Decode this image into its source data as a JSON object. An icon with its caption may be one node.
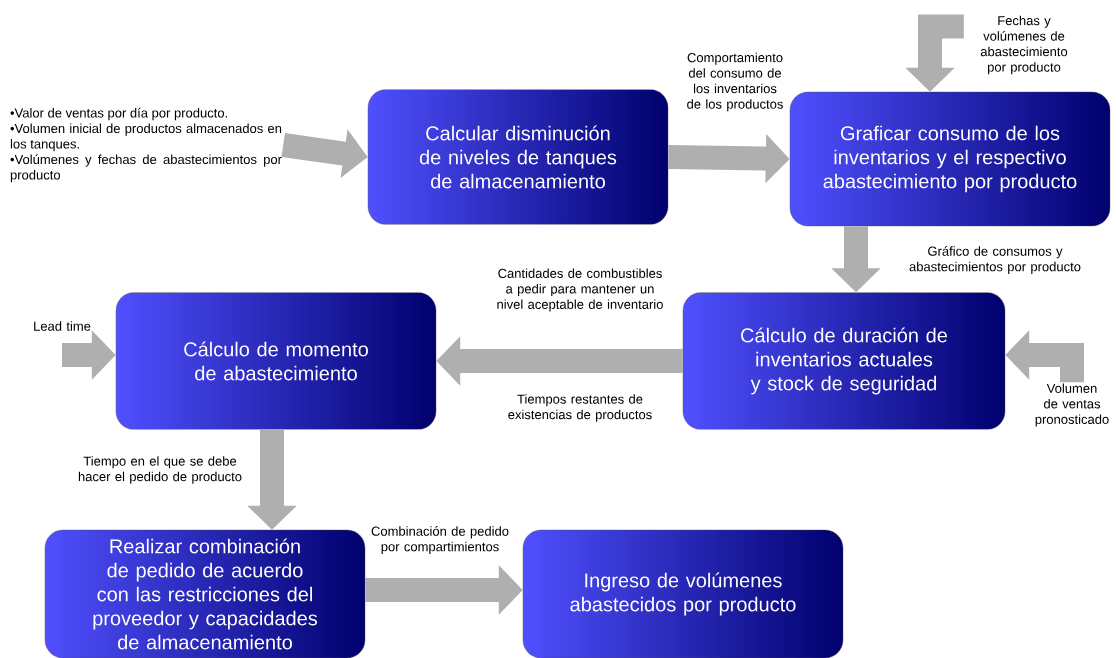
{
  "diagram": {
    "nodes": [
      {
        "text": [
          "•Valor de ventas por día por producto.",
          "•Volumen inicial de productos almacenados en los tanques.",
          "•Volúmenes y fechas de abastecimientos por producto"
        ]
      },
      {
        "text": [
          "Calcular disminución de niveles de tanques de almacenamiento"
        ]
      },
      {
        "text": [
          "Fechas y volúmenes de abastecimiento por producto"
        ]
      },
      {
        "text": [
          "Graficar consumo de los inventarios y el respectivo abastecimiento por producto"
        ]
      },
      {
        "text": [
          "Lead time"
        ]
      },
      {
        "text": [
          "Cálculo de momento de abastecimiento"
        ]
      },
      {
        "text": [
          "Cálculo de duración de inventarios actuales y stock de seguridad"
        ]
      },
      {
        "text": [
          "Volumen de ventas pronosticado"
        ]
      },
      {
        "text": [
          "Realizar combinación de pedido de acuerdo con las restricciones del proveedor y capacidades de almacenamiento"
        ]
      },
      {
        "text": [
          "Ingreso de volúmenes abastecidos por producto"
        ]
      }
    ],
    "edges": [
      {
        "from": 0,
        "to": 1,
        "arrow": "to"
      },
      {
        "from": 1,
        "to": 3,
        "arrow": "to",
        "label": "Comportamiento del consumo de los inventarios de los productos"
      },
      {
        "from": 2,
        "to": 3,
        "arrow": "to"
      },
      {
        "from": 3,
        "to": 6,
        "arrow": "to",
        "label": "Gráfico de consumos y abastecimientos por producto"
      },
      {
        "from": 7,
        "to": 6,
        "arrow": "to"
      },
      {
        "from": 6,
        "to": 5,
        "arrow": "to",
        "label": "Cantidades de combustibles a pedir para mantener un nivel aceptable de inventario"
      },
      {
        "from": 4,
        "to": 5,
        "arrow": "to"
      },
      {
        "from": 5,
        "to": 8,
        "arrow": "to",
        "label": "Tiempo en el que se debe hacer el pedido de producto"
      },
      {
        "from": 8,
        "to": 9,
        "arrow": "to",
        "label": "Combinación de pedido por compartimientos"
      }
    ],
    "labels": [
      "Tiempos restantes de existencias de productos"
    ]
  }
}
